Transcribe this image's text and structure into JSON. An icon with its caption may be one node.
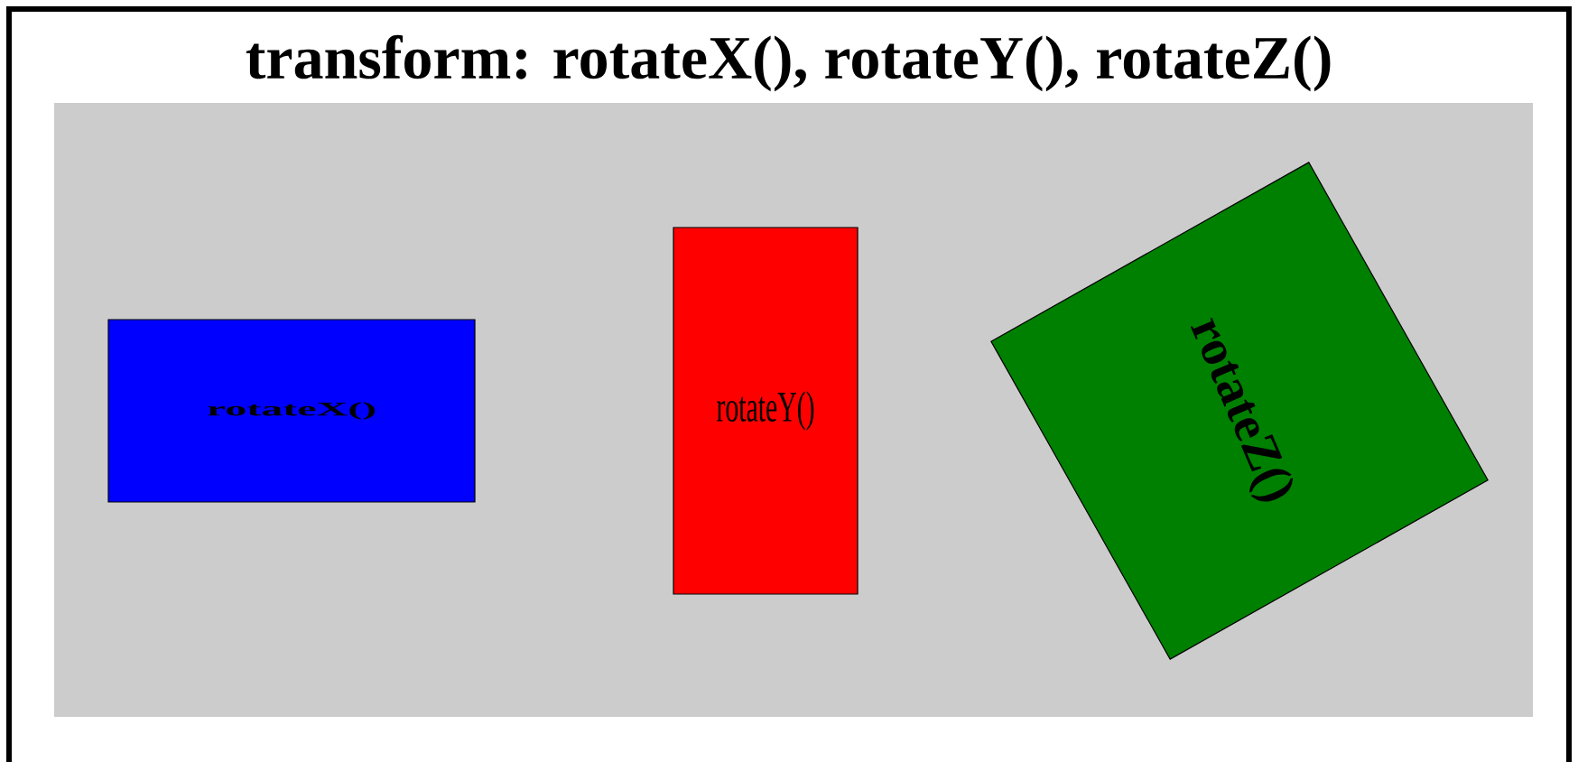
{
  "diagram": {
    "title": "transform: rotateX(), rotateY(), rotateZ()",
    "nodes": [
      {
        "text": [
          "rotateX()"
        ]
      },
      {
        "text": [
          "rotateY()"
        ]
      },
      {
        "text": [
          "rotateZ()"
        ]
      }
    ]
  }
}
